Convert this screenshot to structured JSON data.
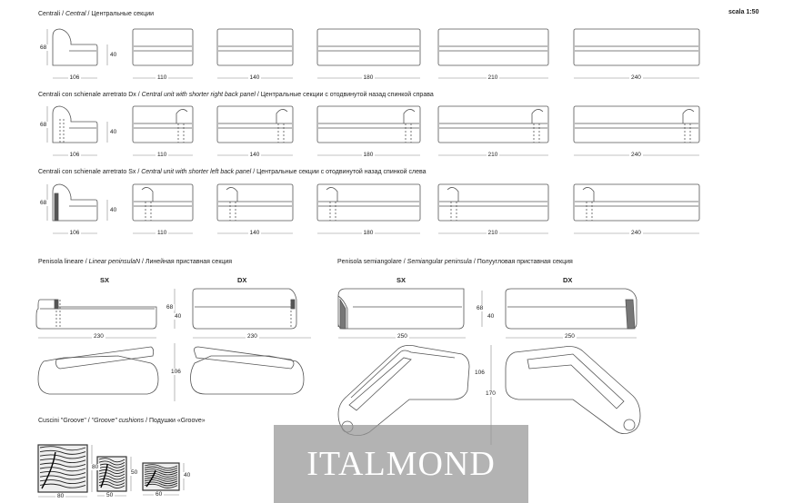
{
  "scale": "scala 1:50",
  "sections": {
    "central": [
      "Centrali / ",
      "Central",
      " / Центральные секции"
    ],
    "central_dx": [
      "Centrali con schienale arretrato Dx / ",
      "Central unit with shorter right back panel",
      " / Центральные секции с отодвинутой назад спинкой справа"
    ],
    "central_sx": [
      "Centrali con schienale arretrato Sx / ",
      "Central unit with shorter left back panel",
      " / Центральные секции с отодвинутой назад спинкой слева"
    ],
    "linear": [
      "Penisola lineare / ",
      "Linear peninsulaN",
      " / Линейная приставная секция"
    ],
    "semi": [
      "Penisola semiangolare / ",
      "Semiangular peninsula",
      " / Полуугловая приставная секция"
    ],
    "cushions": [
      "Cuscini \"Groove\" / ",
      "\"Groove\" cushions",
      " / Подушки «Groove»"
    ]
  },
  "widths": [
    "106",
    "110",
    "140",
    "180",
    "210",
    "240"
  ],
  "heights": {
    "back": "68",
    "seat": "40"
  },
  "peninsula": {
    "sx": "SX",
    "dx": "DX",
    "linear_width": "230",
    "linear_depth": "106",
    "semi_width": "250",
    "semi_depth": "106",
    "semi_length": "170",
    "h_back": "68",
    "h_seat": "40"
  },
  "cushions": [
    {
      "w": "80",
      "h": "80"
    },
    {
      "w": "50",
      "h": "50"
    },
    {
      "w": "60",
      "h": "40"
    }
  ],
  "watermark": "ITALMOND"
}
